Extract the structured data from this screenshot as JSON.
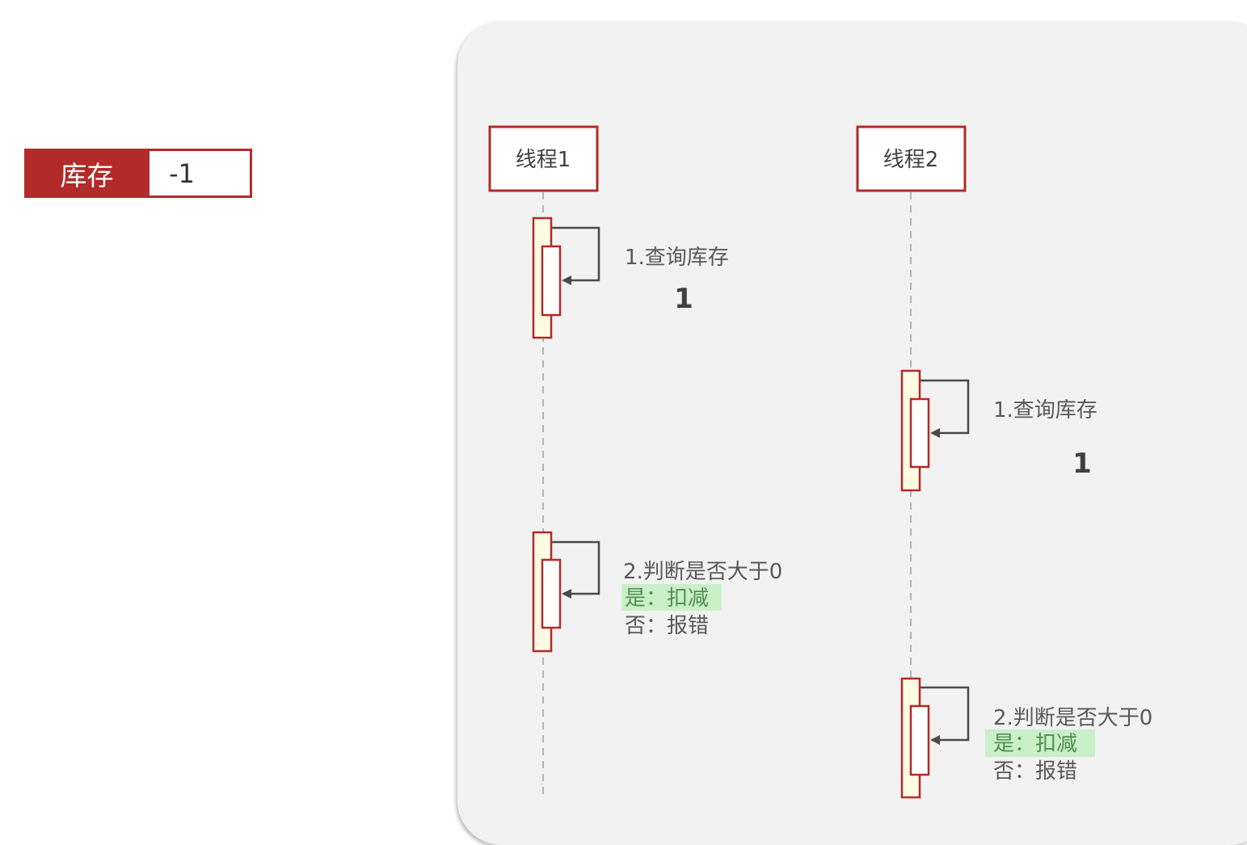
{
  "stock": {
    "label": "库存",
    "value": "-1"
  },
  "threads": [
    {
      "name": "线程1"
    },
    {
      "name": "线程2"
    }
  ],
  "steps": [
    {
      "thread": 1,
      "title": "1.查询库存",
      "result": "1"
    },
    {
      "thread": 2,
      "title": "1.查询库存",
      "result": "1"
    },
    {
      "thread": 1,
      "title": "2.判断是否大于0",
      "yes": "是：扣减",
      "no": "否：报错"
    },
    {
      "thread": 2,
      "title": "2.判断是否大于0",
      "yes": "是：扣减",
      "no": "否：报错"
    }
  ],
  "colors": {
    "accent": "#b22a2a",
    "activation_fill": "#fefbe3",
    "highlight": "#c9f0c9",
    "panel": "#f2f2f2",
    "arrow": "#595959"
  }
}
